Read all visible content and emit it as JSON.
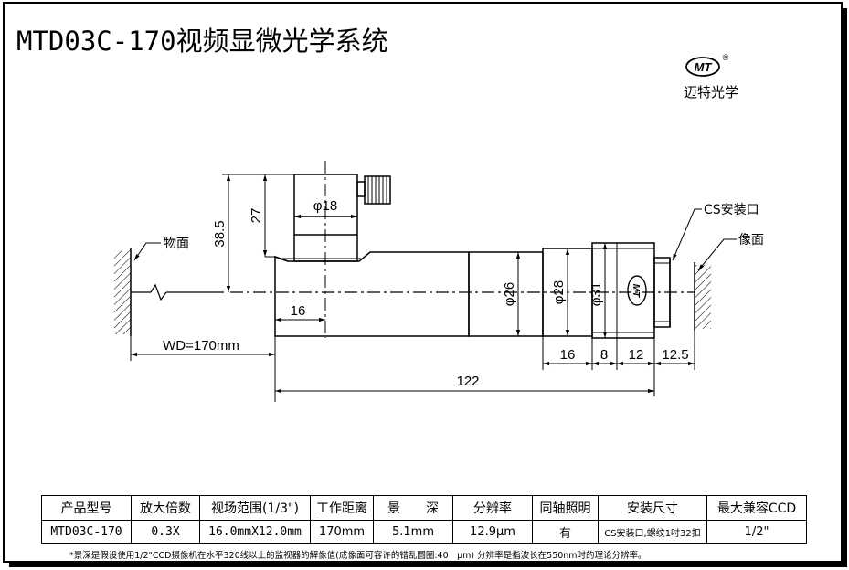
{
  "title": "MTD03C-170视频显微光学系统",
  "logo": {
    "mark": "MT",
    "registered": "®",
    "name": "迈特光学"
  },
  "drawing": {
    "label_object": "物面",
    "label_image": "像面",
    "label_cs_mount": "CS安装口",
    "lens_mark": "MT",
    "dims": {
      "d18": "φ18",
      "d26": "φ26",
      "d28": "φ28",
      "d31": "φ31",
      "h27": "27",
      "h38_5": "38.5",
      "l16_left": "16",
      "wd": "WD=170mm",
      "l16_right": "16",
      "l8": "8",
      "l12": "12",
      "l12_5": "12.5",
      "l122": "122"
    }
  },
  "table": {
    "headers": [
      "产品型号",
      "放大倍数",
      "视场范围(1/3\")",
      "工作距离",
      "景　　深",
      "分辨率",
      "同轴照明",
      "安装尺寸",
      "最大兼容CCD"
    ],
    "row": [
      "MTD03C-170",
      "0.3X",
      "16.0mmX12.0mm",
      "170mm",
      "5.1mm",
      "12.9μm",
      "有",
      "CS安装口,螺纹1吋32扣",
      "1/2\""
    ]
  },
  "footnote": "*景深是假设使用1/2\"CCD摄像机在水平320线以上的监视器的解像值(成像面可容许的错乱圆圈:40　μm) 分辨率是指波长在550nm时的理论分辨率。"
}
